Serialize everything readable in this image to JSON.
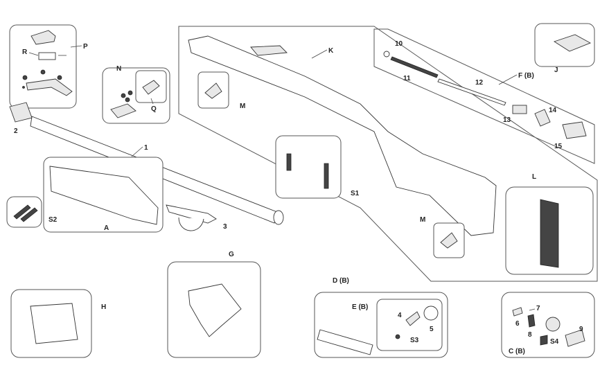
{
  "labels": {
    "P": "P",
    "R": "R",
    "N": "N",
    "Q": "Q",
    "K": "K",
    "M1": "M",
    "M2": "M",
    "F": "F (B)",
    "J": "J",
    "n10": "10",
    "n11": "11",
    "n12": "12",
    "n13": "13",
    "n14": "14",
    "n15": "15",
    "n1": "1",
    "n2": "2",
    "A": "A",
    "S2": "S2",
    "n3": "3",
    "S1": "S1",
    "L": "L",
    "G": "G",
    "H": "H",
    "D": "D (B)",
    "E": "E (B)",
    "n4": "4",
    "n5": "5",
    "S3": "S3",
    "n6": "6",
    "n7": "7",
    "n8": "8",
    "n9": "9",
    "S4": "S4",
    "C": "C (B)"
  }
}
